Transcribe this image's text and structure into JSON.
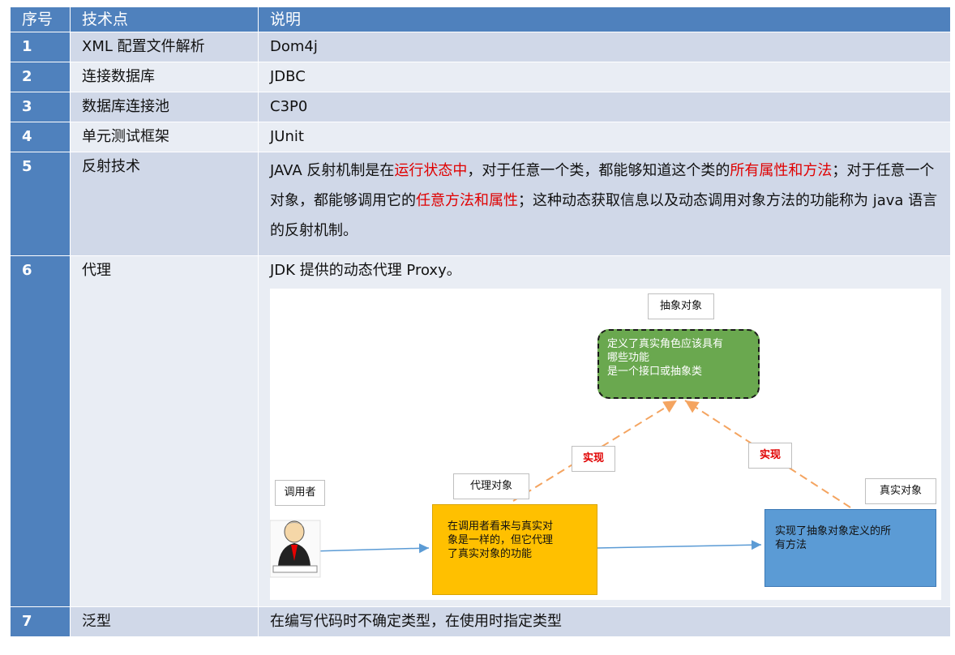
{
  "headers": {
    "col_num": "序号",
    "col_point": "技术点",
    "col_desc": "说明"
  },
  "rows": [
    {
      "num": "1",
      "point": "XML 配置文件解析",
      "desc": "Dom4j"
    },
    {
      "num": "2",
      "point": "连接数据库",
      "desc": "JDBC"
    },
    {
      "num": "3",
      "point": "数据库连接池",
      "desc": "C3P0"
    },
    {
      "num": "4",
      "point": "单元测试框架",
      "desc": "JUnit"
    },
    {
      "num": "5",
      "point": "反射技术",
      "desc_parts": [
        "JAVA 反射机制是在",
        "运行状态中",
        "，对于任意一个类，都能够知道这个类的",
        "所有属性和方法",
        "；对于任意一个对象，都能够调用它的",
        "任意方法和属性",
        "；这种动态获取信息以及动态调用对象方法的功能称为 java 语言的反射机制。"
      ]
    },
    {
      "num": "6",
      "point": "代理",
      "desc": "JDK 提供的动态代理 Proxy。"
    },
    {
      "num": "7",
      "point": "泛型",
      "desc": "在编写代码时不确定类型，在使用时指定类型"
    }
  ],
  "diagram": {
    "abstract_label": "抽象对象",
    "abstract_text": [
      "定义了真实角色应该具有",
      "哪些功能",
      "是一个接口或抽象类"
    ],
    "impl_left": "实现",
    "impl_right": "实现",
    "caller_label": "调用者",
    "proxy_label": "代理对象",
    "proxy_text": [
      "在调用者看来与真实对",
      "象是一样的，但它代理",
      "了真实对象的功能"
    ],
    "real_label": "真实对象",
    "real_text": [
      "实现了抽象对象定义的所",
      "有方法"
    ]
  },
  "colors": {
    "header": "#4f81bd",
    "row_dark": "#d0d8e8",
    "row_light": "#e9edf4",
    "highlight": "#e00000",
    "abstract": "#6aa84f",
    "proxy": "#ffc000",
    "real": "#5b9bd5"
  }
}
